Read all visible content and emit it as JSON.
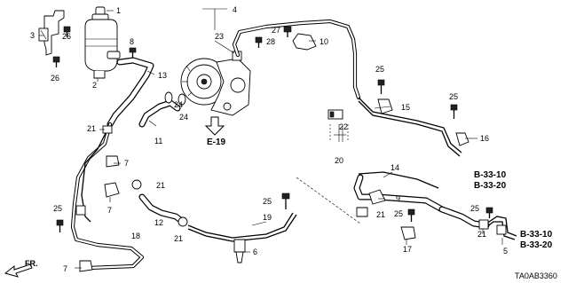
{
  "callouts": {
    "c1": "1",
    "c2": "2",
    "c3": "3",
    "c4": "4",
    "c5": "5",
    "c6": "6",
    "c7a": "7",
    "c7b": "7",
    "c7c": "7",
    "c8": "8",
    "c9": "9",
    "c10": "10",
    "c11": "11",
    "c12": "12",
    "c13": "13",
    "c14": "14",
    "c15": "15",
    "c16": "16",
    "c17": "17",
    "c18": "18",
    "c19": "19",
    "c20": "20",
    "c21a": "21",
    "c21b": "21",
    "c21c": "21",
    "c21d": "21",
    "c21e": "21",
    "c22": "22",
    "c23": "23",
    "c24a": "24",
    "c24b": "24",
    "c25a": "25",
    "c25b": "25",
    "c25c": "25",
    "c25d": "25",
    "c25e": "25",
    "c25f": "25",
    "c26a": "26",
    "c26b": "26",
    "c27": "27",
    "c28": "28"
  },
  "references": {
    "e19": "E-19",
    "b3310_upper": "B-33-10",
    "b3320_upper": "B-33-20",
    "b3310_lower": "B-33-10",
    "b3320_lower": "B-33-20"
  },
  "front_indicator": "FR.",
  "diagram_code": "TA0AB3360",
  "icons": {
    "front_arrow": "front-arrow-icon",
    "reference_arrow": "hollow-down-arrow-icon"
  }
}
